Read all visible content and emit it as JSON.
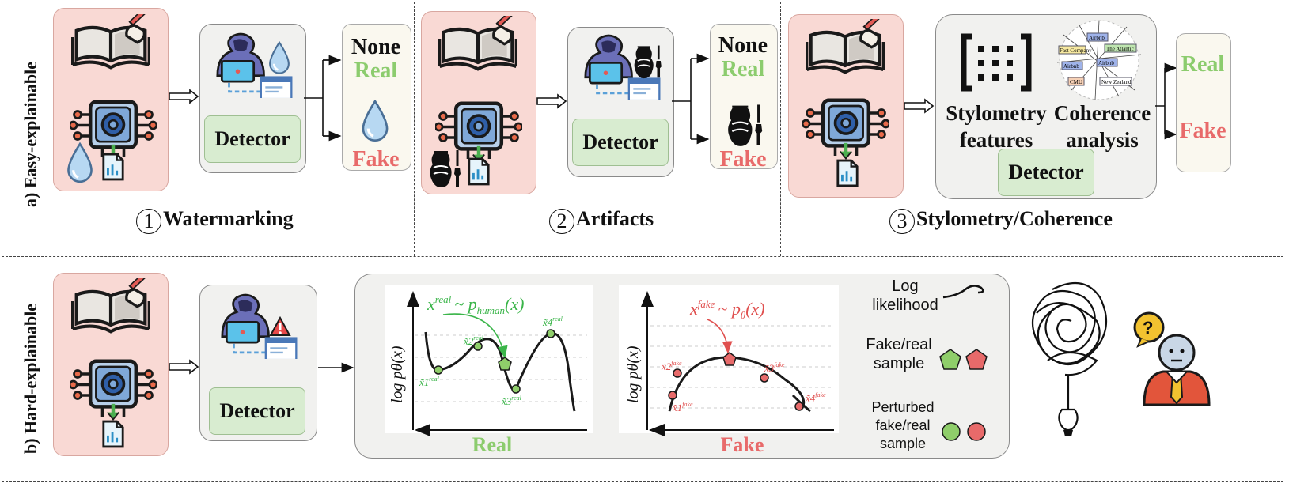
{
  "rows": {
    "a_label": "a) Easy-explainable",
    "b_label": "b) Hard-explainable"
  },
  "sections": [
    {
      "number": "1",
      "title": "Watermarking"
    },
    {
      "number": "2",
      "title": "Artifacts"
    },
    {
      "number": "3",
      "title": "Stylometry/Coherence"
    }
  ],
  "detector_label": "Detector",
  "outputs": {
    "none": "None",
    "real": "Real",
    "fake": "Fake"
  },
  "stylometry": {
    "features_label_1": "Stylometry",
    "features_label_2": "features",
    "coherence_label_1": "Coherence",
    "coherence_label_2": "analysis",
    "graph_nodes": [
      "Airbnb",
      "Fast Company",
      "The Atlantic",
      "Airbnb",
      "Airbnb",
      "CMU",
      "New Zealand"
    ]
  },
  "plots": {
    "ylabel": "log pθ(x)",
    "real_formula_lhs": "x",
    "real_formula_sup": "real",
    "real_formula_rhs": "~ p",
    "real_formula_sub": "human",
    "real_formula_end": "(x)",
    "fake_formula_lhs": "x",
    "fake_formula_sup": "fake",
    "fake_formula_rhs": "~ p",
    "fake_formula_sub": "θ",
    "fake_formula_end": "(x)",
    "real_points": [
      "x̃1",
      "x̃2",
      "x̃3",
      "x̃4"
    ],
    "real_sup": "real",
    "fake_points": [
      "x̃1",
      "x̃2",
      "x̃3",
      "x̃4"
    ],
    "fake_sup": "fake",
    "real_caption": "Real",
    "fake_caption": "Fake"
  },
  "legend": {
    "loglik_1": "Log",
    "loglik_2": "likelihood",
    "sample_1": "Fake/real",
    "sample_2": "sample",
    "perturbed_1": "Perturbed",
    "perturbed_2": "fake/real",
    "perturbed_3": "sample"
  },
  "person_glyph": "?",
  "colors": {
    "real_green": "#8ccc6e",
    "fake_red": "#e86a6a",
    "pink_box": "#f9d9d4",
    "green_button": "#d8ecd0"
  }
}
